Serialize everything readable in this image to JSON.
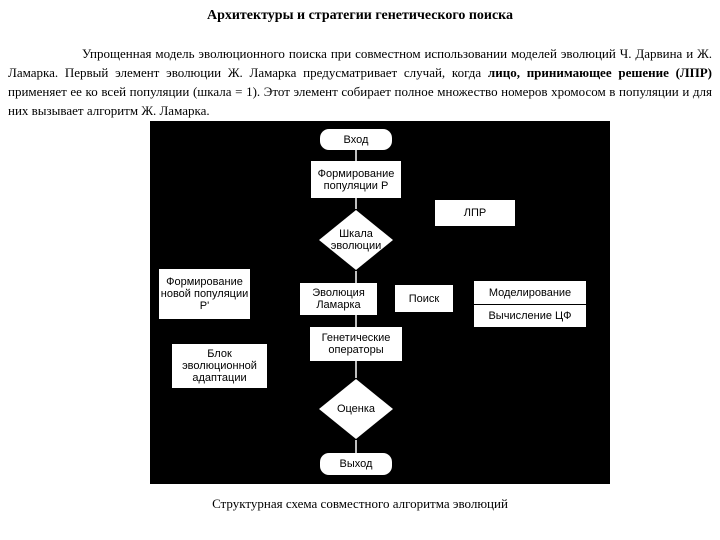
{
  "document": {
    "title": "Архитектуры и стратегии генетического поиска",
    "paragraph": {
      "part1": "Упрощенная модель эволюционного поиска при совместном использовании моделей эволюций Ч. Дарвина и Ж. Ламарка. Первый элемент эволюции Ж. Ламарка предусматривает случай, когда ",
      "bold": "лицо, принимающее решение (ЛПР)",
      "part2": " применяет ее ко всей популяции (шкала = 1). Этот элемент собирает полное множество номеров хромосом в популяции и для них вызывает алгоритм Ж. Ламарка."
    },
    "caption": "Структурная схема совместного алгоритма эволюций"
  },
  "diagram": {
    "background": "#000000",
    "nodes": {
      "entry": "Вход",
      "form_population": "Формирование\nпопуляции Р",
      "lpr": "ЛПР",
      "scale": "Шкала\nэволюции",
      "form_new_population": "Формирование\nновой популяции\nР'",
      "lamarck": "Эволюция\nЛамарка",
      "search": "Поиск",
      "modeling": "Моделирование",
      "fitness": "Вычисление ЦФ",
      "genetic_ops": "Генетические\nоператоры",
      "adaptation": "Блок\nэволюционной\nадаптации",
      "evaluation": "Оценка",
      "exit": "Выход"
    }
  }
}
